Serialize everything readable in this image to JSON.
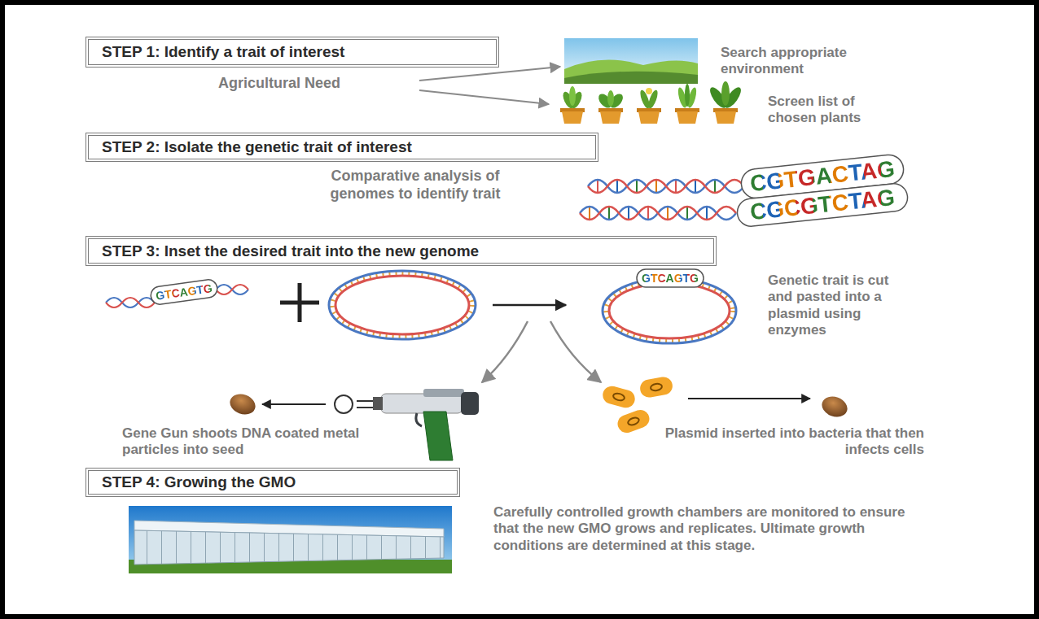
{
  "diagram": {
    "nodes": [
      {
        "text": [
          "STEP 1: Identify a trait of interest"
        ]
      },
      {
        "text": [
          "STEP 2: Isolate the genetic trait of interest"
        ]
      },
      {
        "text": [
          "STEP 3: Inset the desired trait into the new genome"
        ]
      },
      {
        "text": [
          "STEP 4: Growing the GMO"
        ]
      }
    ],
    "labels": [
      "Agricultural Need",
      "Search appropriate environment",
      "Screen list of chosen plants",
      "Comparative analysis of genomes to identify trait",
      "CGTGACTAG",
      "CGCGTCTAG",
      "GTCAGTG",
      "GTCAGTG",
      "Genetic trait is cut and pasted into a plasmid using enzymes",
      "Gene Gun shoots DNA coated metal particles into seed",
      "Plasmid inserted into bacteria that then infects cells",
      "Carefully controlled growth chambers are monitored to ensure that the new GMO grows and replicates. Ultimate growth conditions are determined at this stage."
    ]
  }
}
